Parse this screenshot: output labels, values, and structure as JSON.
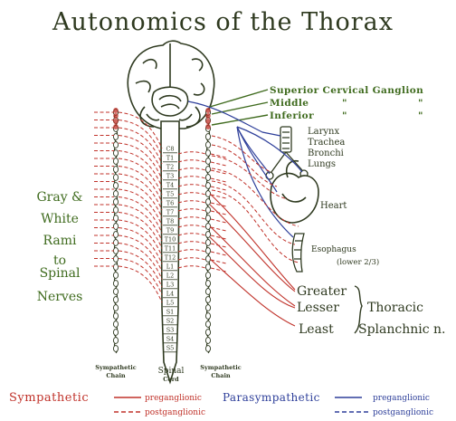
{
  "title": "Autonomics of the Thorax",
  "ganglia": {
    "superior": "Superior Cervical Ganglion",
    "middle": "Middle",
    "middle_ditto": "\"",
    "inferior": "Inferior",
    "inferior_ditto": "\""
  },
  "organs": {
    "larynx": "Larynx",
    "trachea": "Trachea",
    "bronchi": "Bronchi",
    "lungs": "Lungs",
    "heart": "Heart",
    "esophagus": "Esophagus",
    "esophagus_note": "(lower 2/3)"
  },
  "left_label": [
    "Gray &",
    "White",
    "Rami",
    "to",
    "Spinal",
    "Nerves"
  ],
  "splanchnic": {
    "greater": "Greater",
    "lesser": "Lesser",
    "least": "Least",
    "group_line1": "Thoracic",
    "group_line2": "Splanchnic n."
  },
  "bottom_labels": {
    "left_chain_1": "Sympathetic",
    "left_chain_2": "Chain",
    "cord_1": "Spinal",
    "cord_2": "Cord",
    "right_chain_1": "Sympathetic",
    "right_chain_2": "Chain"
  },
  "vertebrae": [
    "C8",
    "T1",
    "T2",
    "T3",
    "T4",
    "T5",
    "T6",
    "T7",
    "T8",
    "T9",
    "T10",
    "T11",
    "T12",
    "L1",
    "L2",
    "L3",
    "L4",
    "L5",
    "S1",
    "S2",
    "S3",
    "S4",
    "S5"
  ],
  "legend": {
    "sympathetic": "Sympathetic",
    "sym_pre": "preganglionic",
    "sym_post": "postganglionic",
    "parasympathetic": "Parasympathetic",
    "para_pre": "preganglionic",
    "para_post": "postganglionic"
  },
  "colors": {
    "ink": "#2f3a20",
    "green": "#3f6b1e",
    "red": "#c0322a",
    "blue": "#2e3f9a"
  }
}
